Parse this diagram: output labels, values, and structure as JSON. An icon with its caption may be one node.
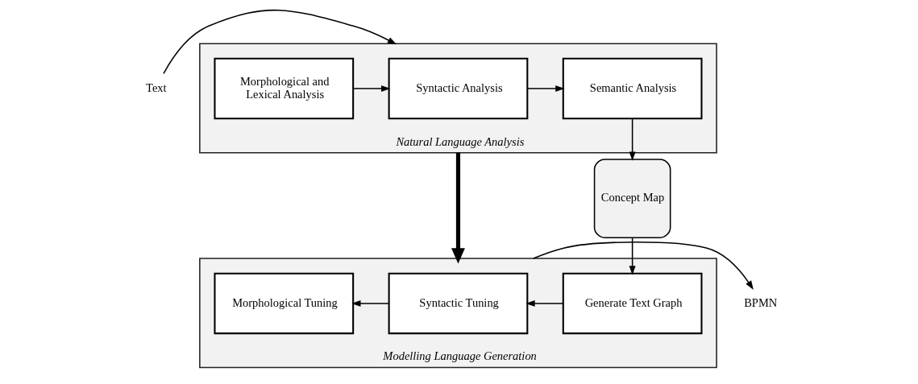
{
  "diagram": {
    "nodes": [
      {
        "text": [
          "Text"
        ]
      },
      {
        "text": [
          "Natural Language Analysis"
        ]
      },
      {
        "text": [
          "Morphological and Lexical Analysis"
        ],
        "in": 1
      },
      {
        "text": [
          "Syntactic Analysis"
        ],
        "in": 1
      },
      {
        "text": [
          "Semantic Analysis"
        ],
        "in": 1
      },
      {
        "text": [
          "Concept Map"
        ]
      },
      {
        "text": [
          "BPMN"
        ]
      },
      {
        "text": [
          "Modelling Language Generation"
        ]
      },
      {
        "text": [
          "Morphological Tuning"
        ],
        "in": 7
      },
      {
        "text": [
          "Syntactic Tuning"
        ],
        "in": 7
      },
      {
        "text": [
          "Generate Text Graph"
        ],
        "in": 7
      }
    ],
    "edges": [
      {
        "from": 0,
        "to": 1,
        "arrow": "to"
      },
      {
        "from": 2,
        "to": 3,
        "arrow": "to"
      },
      {
        "from": 3,
        "to": 4,
        "arrow": "to"
      },
      {
        "from": 4,
        "to": 5,
        "arrow": "to"
      },
      {
        "from": 5,
        "to": 10,
        "arrow": "to"
      },
      {
        "from": 10,
        "to": 9,
        "arrow": "to"
      },
      {
        "from": 9,
        "to": 8,
        "arrow": "to"
      },
      {
        "from": 7,
        "to": 6,
        "arrow": "to"
      },
      {
        "from": 1,
        "to": 7,
        "arrow": "to",
        "style": "thick"
      }
    ]
  }
}
